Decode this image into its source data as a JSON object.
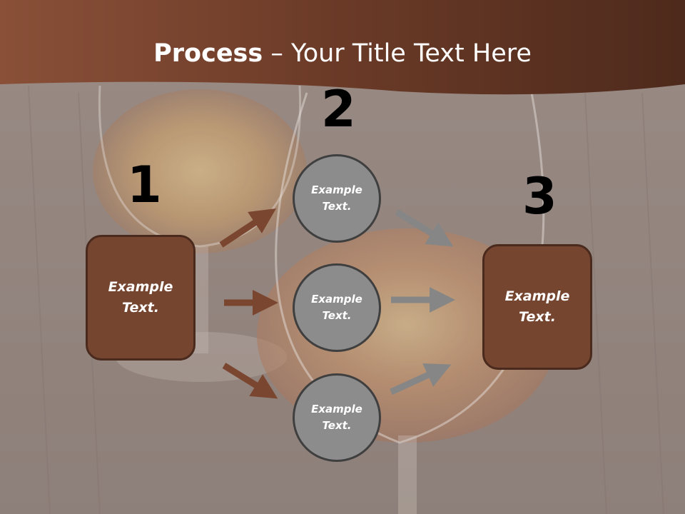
{
  "title": {
    "bold": "Process",
    "separator": " – ",
    "rest": "Your Title Text Here"
  },
  "steps": {
    "one": "1",
    "two": "2",
    "three": "3"
  },
  "left_box": {
    "label": "Example\nText."
  },
  "right_box": {
    "label": "Example\nText."
  },
  "circles": [
    {
      "label": "Example\nText."
    },
    {
      "label": "Example\nText."
    },
    {
      "label": "Example\nText."
    }
  ],
  "colors": {
    "header": "#6b3b26",
    "box": "#754530",
    "circle": "#8c8c8c",
    "arrow_brown": "#7a4630",
    "arrow_gray": "#868686"
  }
}
